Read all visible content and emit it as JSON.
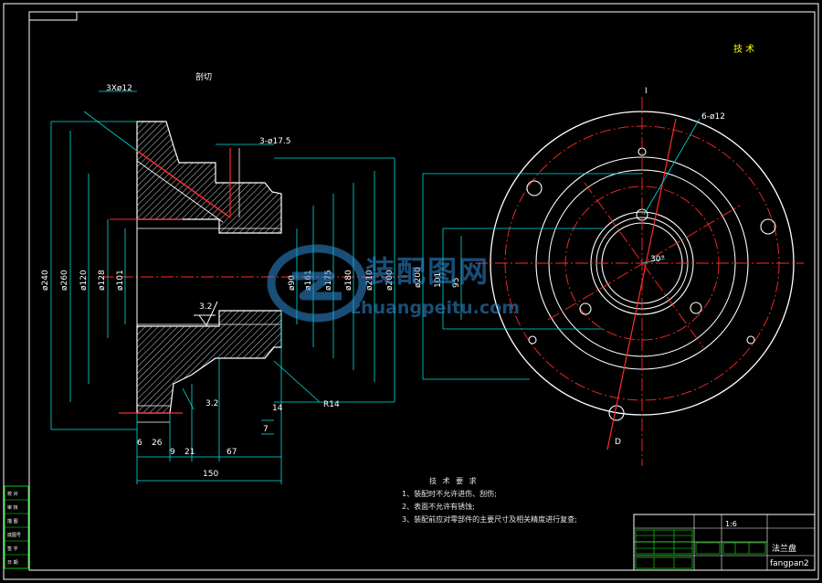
{
  "drawing": {
    "top_label": "技 术",
    "section_label": "剖切",
    "section_mark": "I",
    "colors": {
      "background": "#000000",
      "outline": "#ffffff",
      "dimension": "#00e0e0",
      "centerline": "#ff2a2a",
      "hatch": "#c8c8c8",
      "annotation": "#ffff00",
      "title_block": "#00ff00"
    }
  },
  "section_view": {
    "labels": {
      "chamfer": "3Xø12",
      "hole_callout": "3-ø17.5",
      "fillet": "R14",
      "roughness": "3.2",
      "roughness_b": "3.2",
      "diameters": [
        "ø240",
        "ø260",
        "ø120",
        "ø128",
        "ø101",
        "ø90",
        "ø161",
        "ø175",
        "ø180",
        "ø210",
        "ø200"
      ],
      "lengths": [
        "6",
        "26",
        "9",
        "21",
        "67",
        "7",
        "14",
        "150"
      ]
    }
  },
  "front_view": {
    "labels": {
      "hole_callout": "6-ø12",
      "angle": "30°",
      "ref_d": "ø200",
      "ref_a": "101",
      "ref_b": "95",
      "cut_mark": "D"
    }
  },
  "technical_requirements": {
    "heading": "技 术 要 求",
    "items": [
      "1、装配时不允许进伤、刮伤;",
      "2、表面不允许有锈蚀;",
      "3、装配前应对零部件的主要尺寸及相关精度进行复查;"
    ]
  },
  "title_block": {
    "part_name": "法兰盘",
    "scale": "1:6",
    "drawing_no": "fangpan2",
    "left_stamps": [
      "校 对",
      "审 核",
      "描 图",
      "底图号",
      "签 字",
      "日 期"
    ]
  },
  "watermark": {
    "cn": "装配图网",
    "en": "zhuangpeitu.com"
  }
}
